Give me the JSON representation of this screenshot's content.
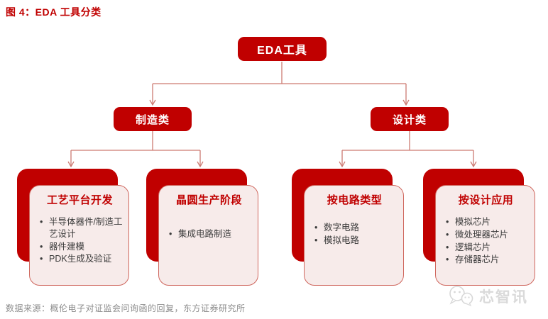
{
  "figure": {
    "title": "图 4：EDA 工具分类"
  },
  "tree": {
    "root": {
      "label": "EDA工具"
    },
    "branches": [
      {
        "label": "制造类"
      },
      {
        "label": "设计类"
      }
    ],
    "cards": [
      {
        "title": "工艺平台开发",
        "bullets": [
          "半导体器件/制造工艺设计",
          "器件建模",
          "PDK生成及验证"
        ]
      },
      {
        "title": "晶圆生产阶段",
        "bullets": [
          "集成电路制造"
        ]
      },
      {
        "title": "按电路类型",
        "bullets": [
          "数字电路",
          "模拟电路"
        ]
      },
      {
        "title": "按设计应用",
        "bullets": [
          "模拟芯片",
          "微处理器芯片",
          "逻辑芯片",
          "存储器芯片"
        ]
      }
    ]
  },
  "footer": {
    "source": "数据来源：概伦电子对证监会问询函的回复，东方证券研究所"
  },
  "watermark": {
    "brand": "芯智讯",
    "icon": "wechat-bubbles-icon"
  },
  "colors": {
    "primary_red": "#c00000",
    "card_fill": "#f7ebea",
    "card_border": "#cf675e",
    "connector": "#cd7b72",
    "bullet_text": "#3b3b3b",
    "source_gray": "#8c8c8c",
    "watermark_gray": "#dadada"
  }
}
